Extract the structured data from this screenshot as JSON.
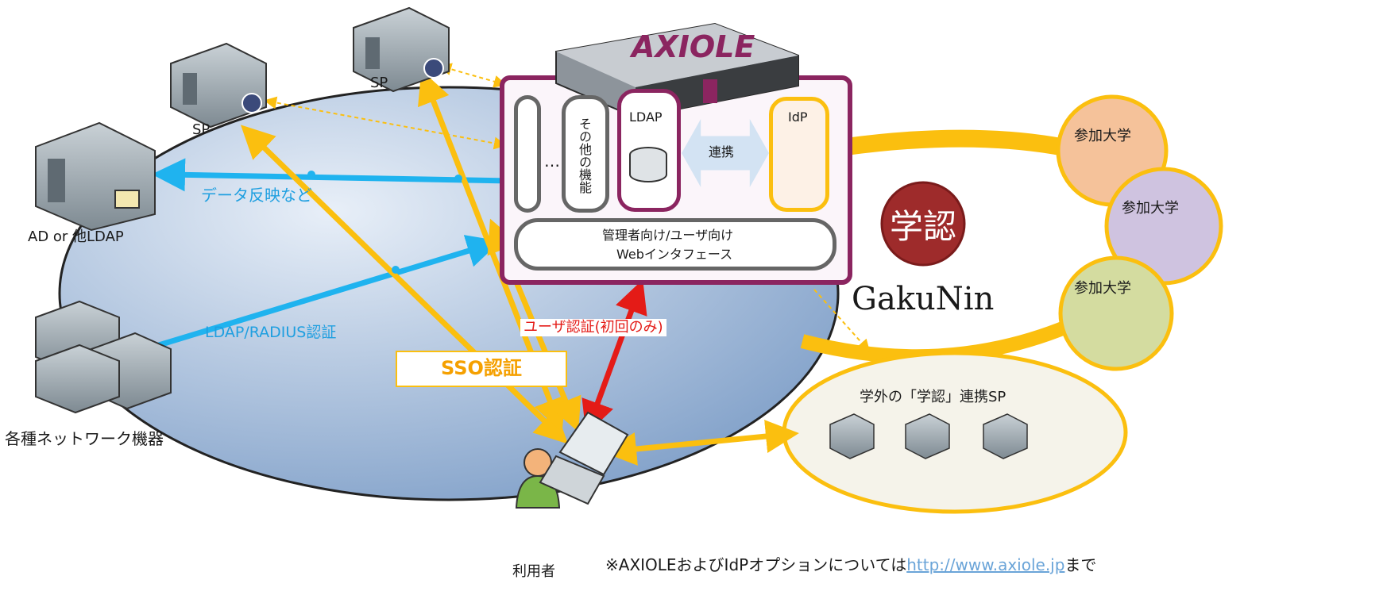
{
  "product": {
    "logo_text": "AXIOLE"
  },
  "servers": {
    "sp_left": "SP",
    "sp_top": "SP",
    "ad": "AD or 他LDAP",
    "network": "各種ネットワーク機器"
  },
  "box": {
    "col_other": "その他の機能",
    "ellipsis": "…",
    "ldap": "LDAP",
    "link": "連携",
    "idp": "IdP",
    "web_line1": "管理者向け/ユーザ向け",
    "web_line2": "Webインタフェース"
  },
  "flows": {
    "data_sync": "データ反映など",
    "ldap_radius": "LDAP/RADIUS認証",
    "user_auth": "ユーザ認証(初回のみ)",
    "sso": "SSO認証"
  },
  "gakunin": {
    "seal_text": "学認",
    "wordmark": "GakuNin"
  },
  "universities": [
    "参加大学",
    "参加大学",
    "参加大学"
  ],
  "external_sp": {
    "title": "学外の「学認」連携SP"
  },
  "user": {
    "label": "利用者"
  },
  "footnote": {
    "prefix": "※AXIOLEおよびIdPオプションについては",
    "link": "http://www.axiole.jp",
    "suffix": "まで"
  },
  "colors": {
    "orange": "#fbbf0f",
    "blue_arrow": "#1fb3ef",
    "red_arrow": "#e41b17",
    "purple": "#8b2560",
    "ellipse_fill": "#c7d8ee"
  }
}
